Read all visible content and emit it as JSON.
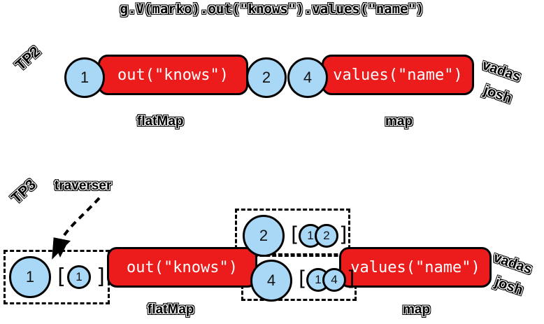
{
  "title": "g.V(marko).out(\"knows\").values(\"name\")",
  "colors": {
    "step_fill": "#ec1c1c",
    "traverser_fill": "#a9d8f7",
    "stroke": "#000000",
    "step_text": "#ffffff",
    "background": "#ffffff"
  },
  "tp2": {
    "version_label": "TP2",
    "start_traverser": "1",
    "steps": [
      {
        "label": "out(\"knows\")",
        "kind": "flatMap"
      },
      {
        "label": "values(\"name\")",
        "kind": "map"
      }
    ],
    "intermediate_traversers": [
      "2",
      "4"
    ],
    "step_kind_labels": [
      "flatMap",
      "map"
    ],
    "results": [
      "vadas",
      "josh"
    ]
  },
  "tp3": {
    "version_label": "TP3",
    "annotation": "traverser",
    "input": {
      "object": "1",
      "path_open": "[",
      "path": [
        "1"
      ],
      "path_close": "]"
    },
    "steps": [
      {
        "label": "out(\"knows\")",
        "kind": "flatMap"
      },
      {
        "label": "values(\"name\")",
        "kind": "map"
      }
    ],
    "step_kind_labels": [
      "flatMap",
      "map"
    ],
    "mid_traversers": [
      {
        "object": "2",
        "path_open": "[",
        "path": [
          "1",
          "2"
        ],
        "path_close": "]"
      },
      {
        "object": "4",
        "path_open": "[",
        "path": [
          "1",
          "4"
        ],
        "path_close": "]"
      }
    ],
    "results": [
      "vadas",
      "josh"
    ]
  }
}
